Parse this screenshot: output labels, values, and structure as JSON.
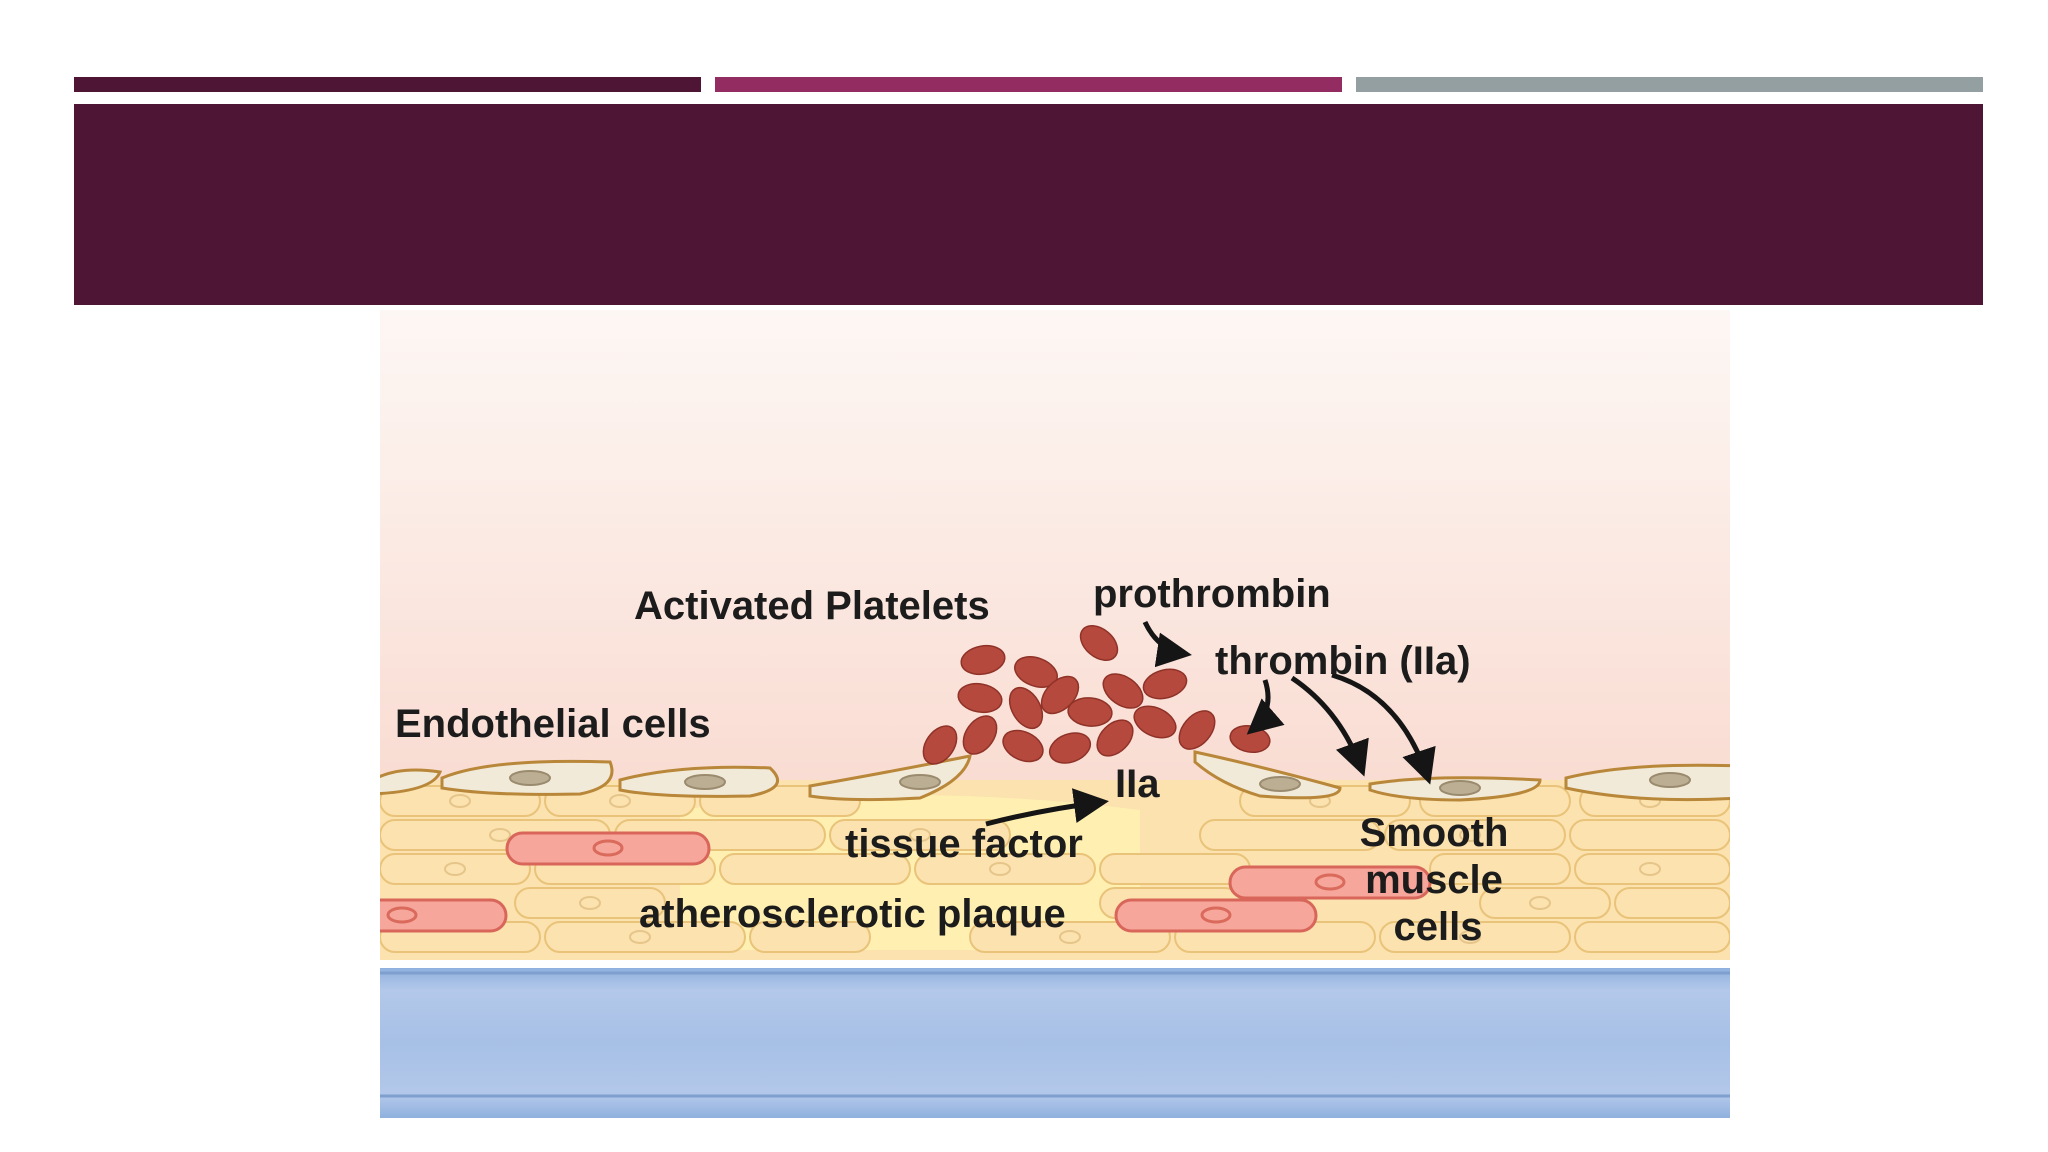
{
  "slide": {
    "accent_colors": [
      "#4e1535",
      "#922c61",
      "#939fa0"
    ],
    "title_band_color": "#4e1535",
    "title": ""
  },
  "diagram": {
    "labels": {
      "activated_platelets": "Activated Platelets",
      "prothrombin": "prothrombin",
      "thrombin": "thrombin (IIa)",
      "endothelial_cells": "Endothelial cells",
      "iia": "IIa",
      "tissue_factor": "tissue factor",
      "atherosclerotic_plaque": "atherosclerotic plaque",
      "smooth_muscle_line1": "Smooth",
      "smooth_muscle_line2": "muscle",
      "smooth_muscle_line3": "cells"
    },
    "colors": {
      "blood_top": "#fdf7f4",
      "blood_bottom": "#f9dcd2",
      "platelet": "#b5493d",
      "endothelium": "#f2ead8",
      "membrane": "#b98739",
      "plaque": "#fff2b3",
      "smooth_muscle": "#fbe2ae",
      "smooth_muscle_red": "#f6a69b",
      "basement": "#a7c0e6",
      "arrow": "#151515"
    }
  }
}
